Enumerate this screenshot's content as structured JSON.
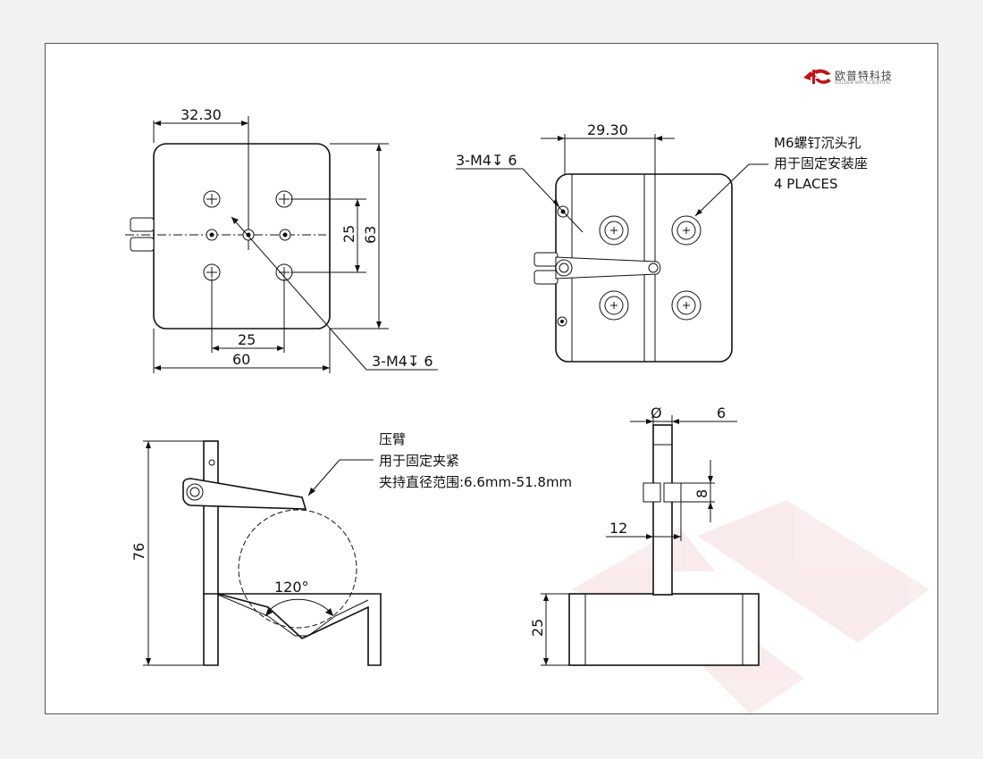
{
  "brand": {
    "name": "欧普特科技",
    "subtitle": "GOLDEN WAY SCIENTIFIC",
    "accent_color": "#c0141b"
  },
  "top_left_view": {
    "dim_offset": "32.30",
    "dim_hole_spacing_v": "25",
    "dim_height": "63",
    "dim_hole_spacing_h": "25",
    "dim_width": "60",
    "thread_callout": "3-M4↧ 6"
  },
  "top_right_view": {
    "dim_offset": "29.30",
    "thread_callout": "3-M4↧ 6",
    "note_lines": [
      "M6螺钉沉头孔",
      "用于固定安装座",
      "4 PLACES"
    ]
  },
  "bottom_left_view": {
    "dim_height": "76",
    "angle": "120°",
    "note_lines": [
      "压臂",
      "用于固定夹紧",
      "夹持直径范围:6.6mm-51.8mm"
    ]
  },
  "bottom_right_view": {
    "dim_diameter_symbol": "Ø",
    "dim_diameter": "6",
    "dim_clamp_height": "8",
    "dim_clamp_offset": "12",
    "dim_base_height": "25"
  }
}
